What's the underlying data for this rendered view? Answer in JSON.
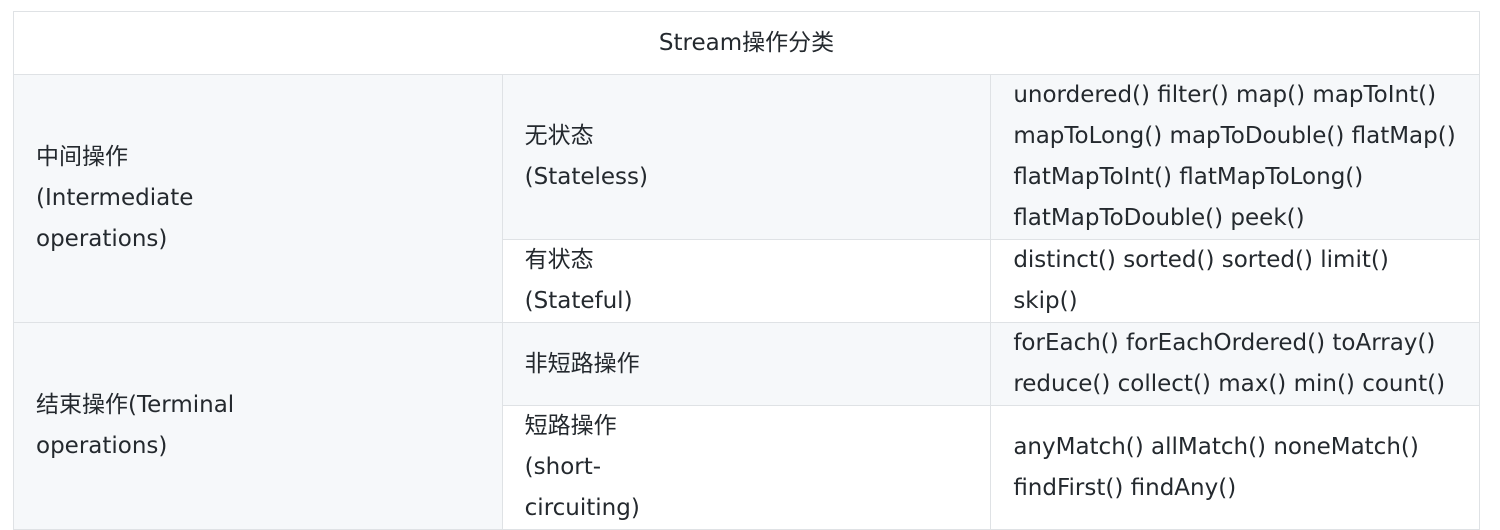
{
  "table": {
    "title": "Stream操作分类",
    "intermediate": {
      "label_line1": "中间操作",
      "label_line2": "(Intermediate",
      "label_line3": "operations)",
      "stateless": {
        "label_line1": "无状态",
        "label_line2": "(Stateless)",
        "ops_line1": "unordered() filter() map() mapToInt() mapToLong() mapToDouble() flatMap()",
        "ops_line2": "flatMapToInt() flatMapToLong() flatMapToDouble() peek()"
      },
      "stateful": {
        "label_line1": "有状态",
        "label_line2": "(Stateful)",
        "ops": "distinct() sorted() sorted() limit() skip()"
      }
    },
    "terminal": {
      "label_line1": "结束操作(Terminal",
      "label_line2": "operations)",
      "non_short_circuit": {
        "label": "非短路操作",
        "ops": "forEach() forEachOrdered() toArray() reduce() collect() max() min() count()"
      },
      "short_circuit": {
        "label_line1": "短路操作",
        "label_line2": "(short-",
        "label_line3": "circuiting)",
        "ops": "anyMatch() allMatch() noneMatch() findFirst() findAny()"
      }
    }
  }
}
